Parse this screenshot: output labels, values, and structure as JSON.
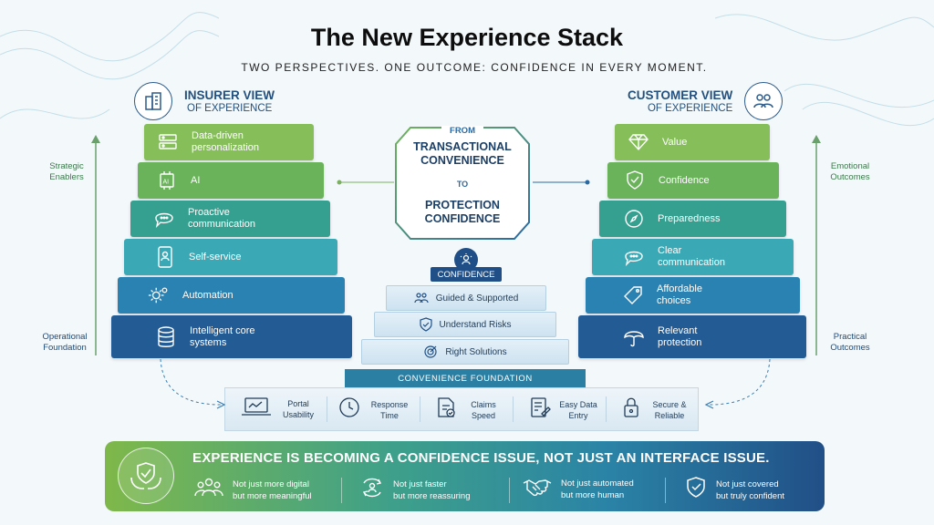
{
  "title": "The New Experience Stack",
  "subtitle": "TWO PERSPECTIVES. ONE OUTCOME: CONFIDENCE IN EVERY MOMENT.",
  "insurer": {
    "title": "INSURER VIEW",
    "sub": "OF EXPERIENCE",
    "top_label": "Strategic Enablers",
    "bottom_label": "Operational Foundation",
    "bars": [
      {
        "label": "Data-driven personalization",
        "icon": "server-icon"
      },
      {
        "label": "AI",
        "icon": "ai-chip-icon"
      },
      {
        "label": "Proactive communication",
        "icon": "chat-icon"
      },
      {
        "label": "Self-service",
        "icon": "mobile-user-icon"
      },
      {
        "label": "Automation",
        "icon": "gears-icon"
      },
      {
        "label": "Intelligent core systems",
        "icon": "database-icon"
      }
    ]
  },
  "customer": {
    "title": "CUSTOMER VIEW",
    "sub": "OF EXPERIENCE",
    "top_label": "Emotional Outcomes",
    "bottom_label": "Practical Outcomes",
    "bars": [
      {
        "label": "Value",
        "icon": "diamond-icon"
      },
      {
        "label": "Confidence",
        "icon": "shield-check-icon"
      },
      {
        "label": "Preparedness",
        "icon": "compass-icon"
      },
      {
        "label": "Clear communication",
        "icon": "chat-icon"
      },
      {
        "label": "Affordable choices",
        "icon": "tag-icon"
      },
      {
        "label": "Relevant protection",
        "icon": "umbrella-icon"
      }
    ]
  },
  "center": {
    "from": "FROM",
    "from_text": "TRANSACTIONAL CONVENIENCE",
    "to": "TO",
    "to_text": "PROTECTION CONFIDENCE"
  },
  "pyramid": {
    "top": "CONFIDENCE",
    "steps": [
      {
        "label": "Guided & Supported",
        "icon": "people-icon"
      },
      {
        "label": "Understand Risks",
        "icon": "shield-check-icon"
      },
      {
        "label": "Right Solutions",
        "icon": "target-icon"
      }
    ],
    "foundation": "CONVENIENCE FOUNDATION",
    "foundation_items": [
      {
        "label": "Portal Usability",
        "icon": "laptop-icon"
      },
      {
        "label": "Response Time",
        "icon": "clock-icon"
      },
      {
        "label": "Claims Speed",
        "icon": "document-check-icon"
      },
      {
        "label": "Easy Data Entry",
        "icon": "form-icon"
      },
      {
        "label": "Secure & Reliable",
        "icon": "lock-icon"
      }
    ]
  },
  "banner": {
    "main": "EXPERIENCE IS BECOMING A CONFIDENCE ISSUE, NOT JUST AN INTERFACE ISSUE.",
    "items": [
      {
        "line1": "Not just more digital",
        "line2": "but more meaningful",
        "icon": "people-icon"
      },
      {
        "line1": "Not just faster",
        "line2": "but more reassuring",
        "icon": "person-refresh-icon"
      },
      {
        "line1": "Not just automated",
        "line2": "but more human",
        "icon": "handshake-icon"
      },
      {
        "line1": "Not just covered",
        "line2": "but truly confident",
        "icon": "shield-check-icon"
      }
    ]
  },
  "colors": {
    "green": "#7dbb52",
    "teal": "#2f9f95",
    "blue": "#2a6aa3",
    "navy": "#1f4f86"
  }
}
